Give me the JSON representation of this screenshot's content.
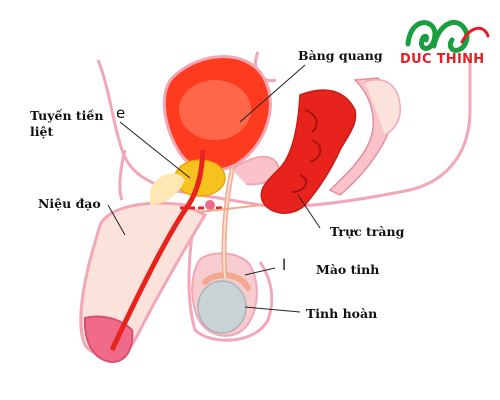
{
  "logo": {
    "text": "DUC THINH",
    "emblem_color": "#1a9e3f",
    "text_color": "#e31e24"
  },
  "labels": {
    "bladder": "Bàng quang",
    "prostate_line1": "Tuyến tiền",
    "prostate_line2": "liệt",
    "urethra": "Niệu đạo",
    "rectum": "Trực tràng",
    "epididymis": "Mào tinh",
    "testis": "Tinh hoàn",
    "marker_e": "e",
    "marker_l": "l"
  },
  "colors": {
    "bladder": "#ff3b1f",
    "urethra": "#e8221c",
    "rectum": "#e8221c",
    "outline": "#f2a7b7",
    "skin": "#fbe3dc",
    "prostate": "#f7c21e",
    "testis": "#c9d2d4"
  }
}
